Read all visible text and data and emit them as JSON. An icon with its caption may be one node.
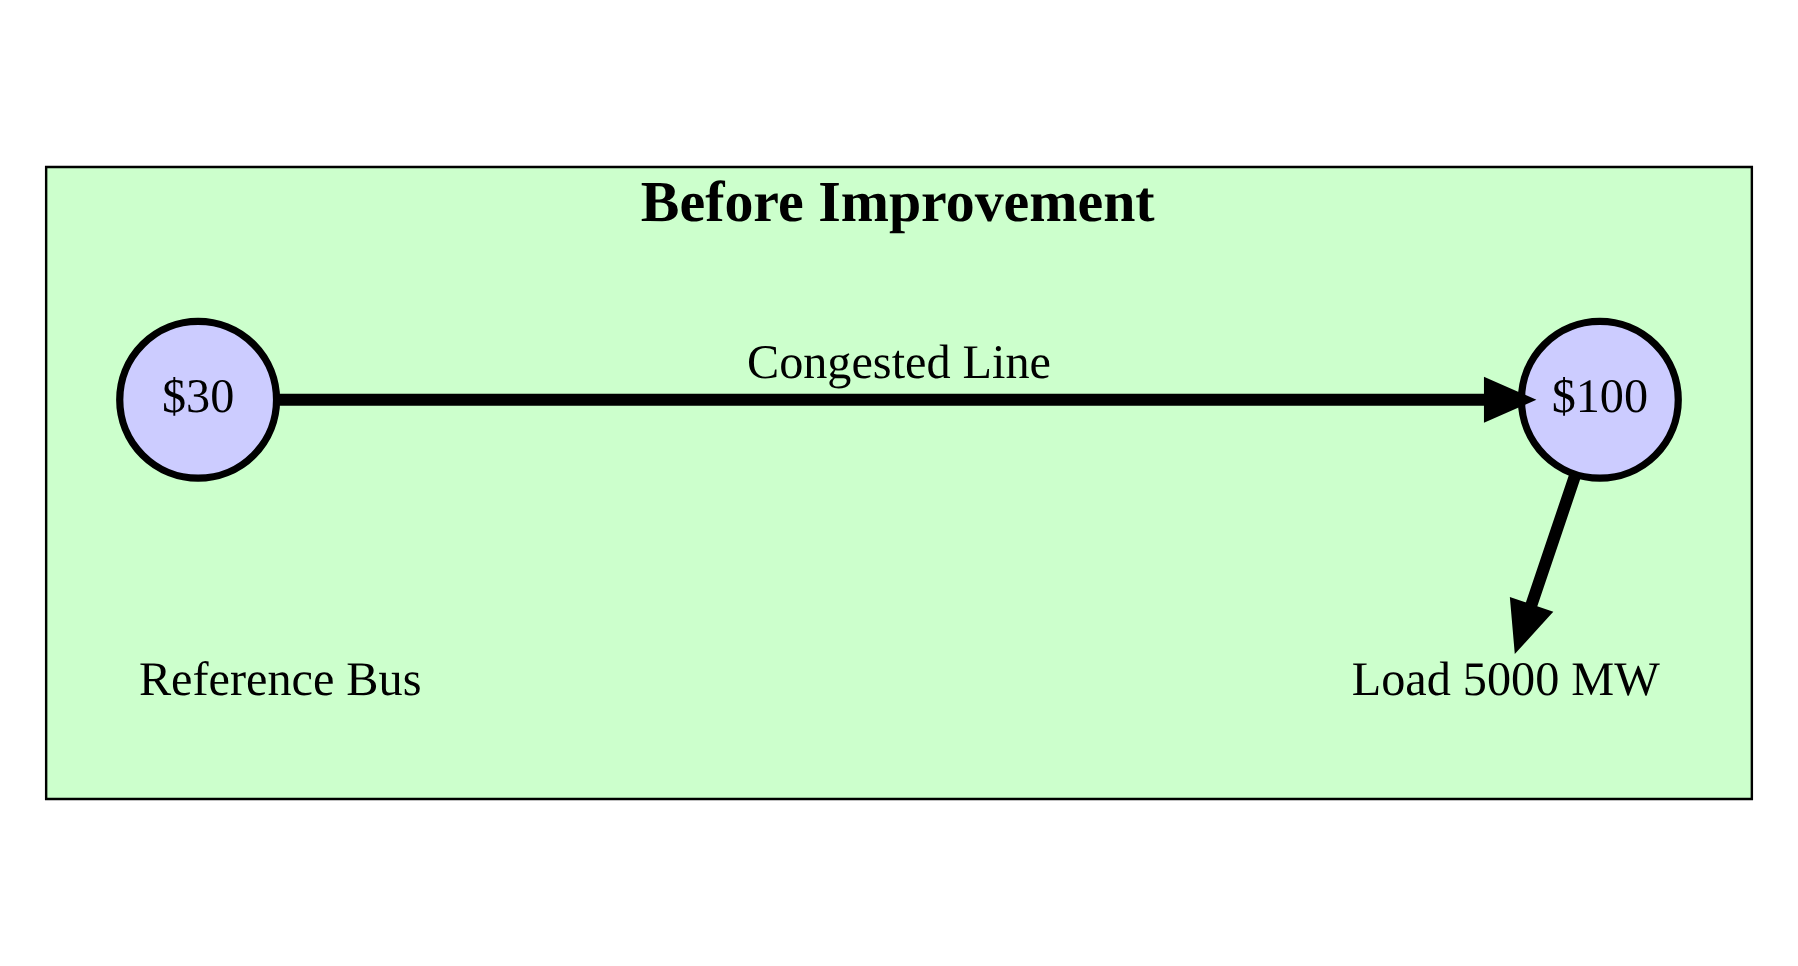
{
  "diagram": {
    "nodes": [
      {
        "text": [
          "Before Improvement"
        ]
      },
      {
        "text": [
          "$30"
        ],
        "in": 0,
        "beside": [
          "Reference Bus"
        ]
      },
      {
        "text": [
          "$100"
        ],
        "in": 0
      },
      {
        "text": [
          "Load 5000 MW"
        ],
        "in": 0
      }
    ],
    "edges": [
      {
        "from": 1,
        "to": 2,
        "arrow": "to",
        "label": "Congested Line"
      },
      {
        "from": 2,
        "to": 3,
        "arrow": "to"
      }
    ]
  }
}
